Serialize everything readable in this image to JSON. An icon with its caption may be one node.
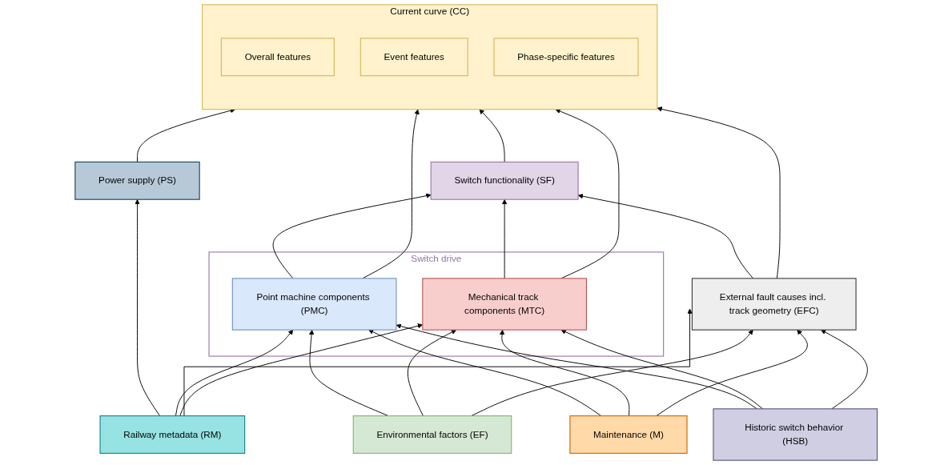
{
  "diagram": {
    "nodes": [
      {
        "text": [
          "Power supply (PS)"
        ]
      },
      {
        "text": [
          "Current curve (CC)"
        ]
      },
      {
        "text": [
          "Overall features"
        ],
        "in": 1
      },
      {
        "text": [
          "Event features"
        ],
        "in": 1
      },
      {
        "text": [
          "Phase-specific features"
        ],
        "in": 1
      },
      {
        "text": [
          "Switch drive"
        ]
      },
      {
        "text": [
          "Point machine components (PMC)"
        ],
        "in": 5
      },
      {
        "text": [
          "Mechanical track components (MTC)"
        ],
        "in": 5
      },
      {
        "text": [
          "Railway metadata (RM)"
        ]
      },
      {
        "text": [
          "Environmental factors (EF)"
        ]
      },
      {
        "text": [
          "Maintenance (M)"
        ]
      },
      {
        "text": [
          "Switch functionality (SF)"
        ]
      },
      {
        "text": [
          "External fault causes incl. track geometry (EFC)"
        ]
      },
      {
        "text": [
          "Historic switch behavior (HSB)"
        ]
      }
    ],
    "edges": [
      {
        "from": 0,
        "to": 1,
        "arrow": "to"
      },
      {
        "from": 8,
        "to": 0,
        "arrow": "to"
      },
      {
        "from": 8,
        "to": 6,
        "arrow": "to"
      },
      {
        "from": 8,
        "to": 7,
        "arrow": "to"
      },
      {
        "from": 8,
        "to": 12,
        "arrow": "to"
      },
      {
        "from": 9,
        "to": 6,
        "arrow": "to"
      },
      {
        "from": 9,
        "to": 7,
        "arrow": "to"
      },
      {
        "from": 9,
        "to": 12,
        "arrow": "to"
      },
      {
        "from": 10,
        "to": 6,
        "arrow": "to"
      },
      {
        "from": 10,
        "to": 7,
        "arrow": "to"
      },
      {
        "from": 10,
        "to": 12,
        "arrow": "to"
      },
      {
        "from": 13,
        "to": 6,
        "arrow": "to"
      },
      {
        "from": 13,
        "to": 7,
        "arrow": "to"
      },
      {
        "from": 13,
        "to": 12,
        "arrow": "to"
      },
      {
        "from": 12,
        "to": 11,
        "arrow": "to"
      },
      {
        "from": 12,
        "to": 1,
        "arrow": "to"
      },
      {
        "from": 7,
        "to": 1,
        "arrow": "to"
      },
      {
        "from": 6,
        "to": 1,
        "arrow": "to"
      },
      {
        "from": 6,
        "to": 11,
        "arrow": "to"
      },
      {
        "from": 7,
        "to": 11,
        "arrow": "to"
      },
      {
        "from": 11,
        "to": 1,
        "arrow": "to"
      }
    ]
  }
}
